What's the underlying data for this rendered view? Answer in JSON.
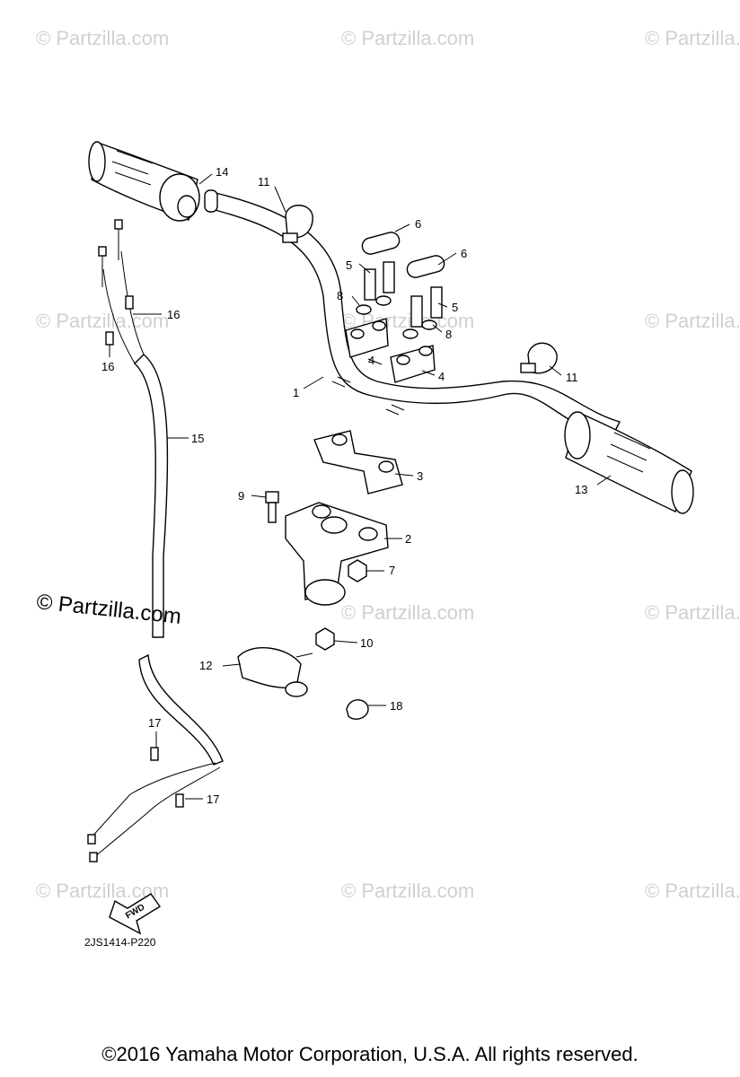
{
  "watermarks": {
    "repeat_text": "© Partzilla.com",
    "main_text": "© Partzilla.com"
  },
  "callouts": [
    {
      "id": "1",
      "label": "1"
    },
    {
      "id": "2",
      "label": "2"
    },
    {
      "id": "3",
      "label": "3"
    },
    {
      "id": "4a",
      "label": "4"
    },
    {
      "id": "4b",
      "label": "4"
    },
    {
      "id": "5a",
      "label": "5"
    },
    {
      "id": "5b",
      "label": "5"
    },
    {
      "id": "6a",
      "label": "6"
    },
    {
      "id": "6b",
      "label": "6"
    },
    {
      "id": "7",
      "label": "7"
    },
    {
      "id": "8a",
      "label": "8"
    },
    {
      "id": "8b",
      "label": "8"
    },
    {
      "id": "9",
      "label": "9"
    },
    {
      "id": "10",
      "label": "10"
    },
    {
      "id": "11a",
      "label": "11"
    },
    {
      "id": "11b",
      "label": "11"
    },
    {
      "id": "12",
      "label": "12"
    },
    {
      "id": "13",
      "label": "13"
    },
    {
      "id": "14",
      "label": "14"
    },
    {
      "id": "15",
      "label": "15"
    },
    {
      "id": "16a",
      "label": "16"
    },
    {
      "id": "16b",
      "label": "16"
    },
    {
      "id": "17a",
      "label": "17"
    },
    {
      "id": "17b",
      "label": "17"
    },
    {
      "id": "18",
      "label": "18"
    }
  ],
  "fwd_label": "FWD",
  "drawing_code": "2JS1414-P220",
  "copyright": "©2016  Yamaha Motor Corporation, U.S.A. All rights reserved."
}
